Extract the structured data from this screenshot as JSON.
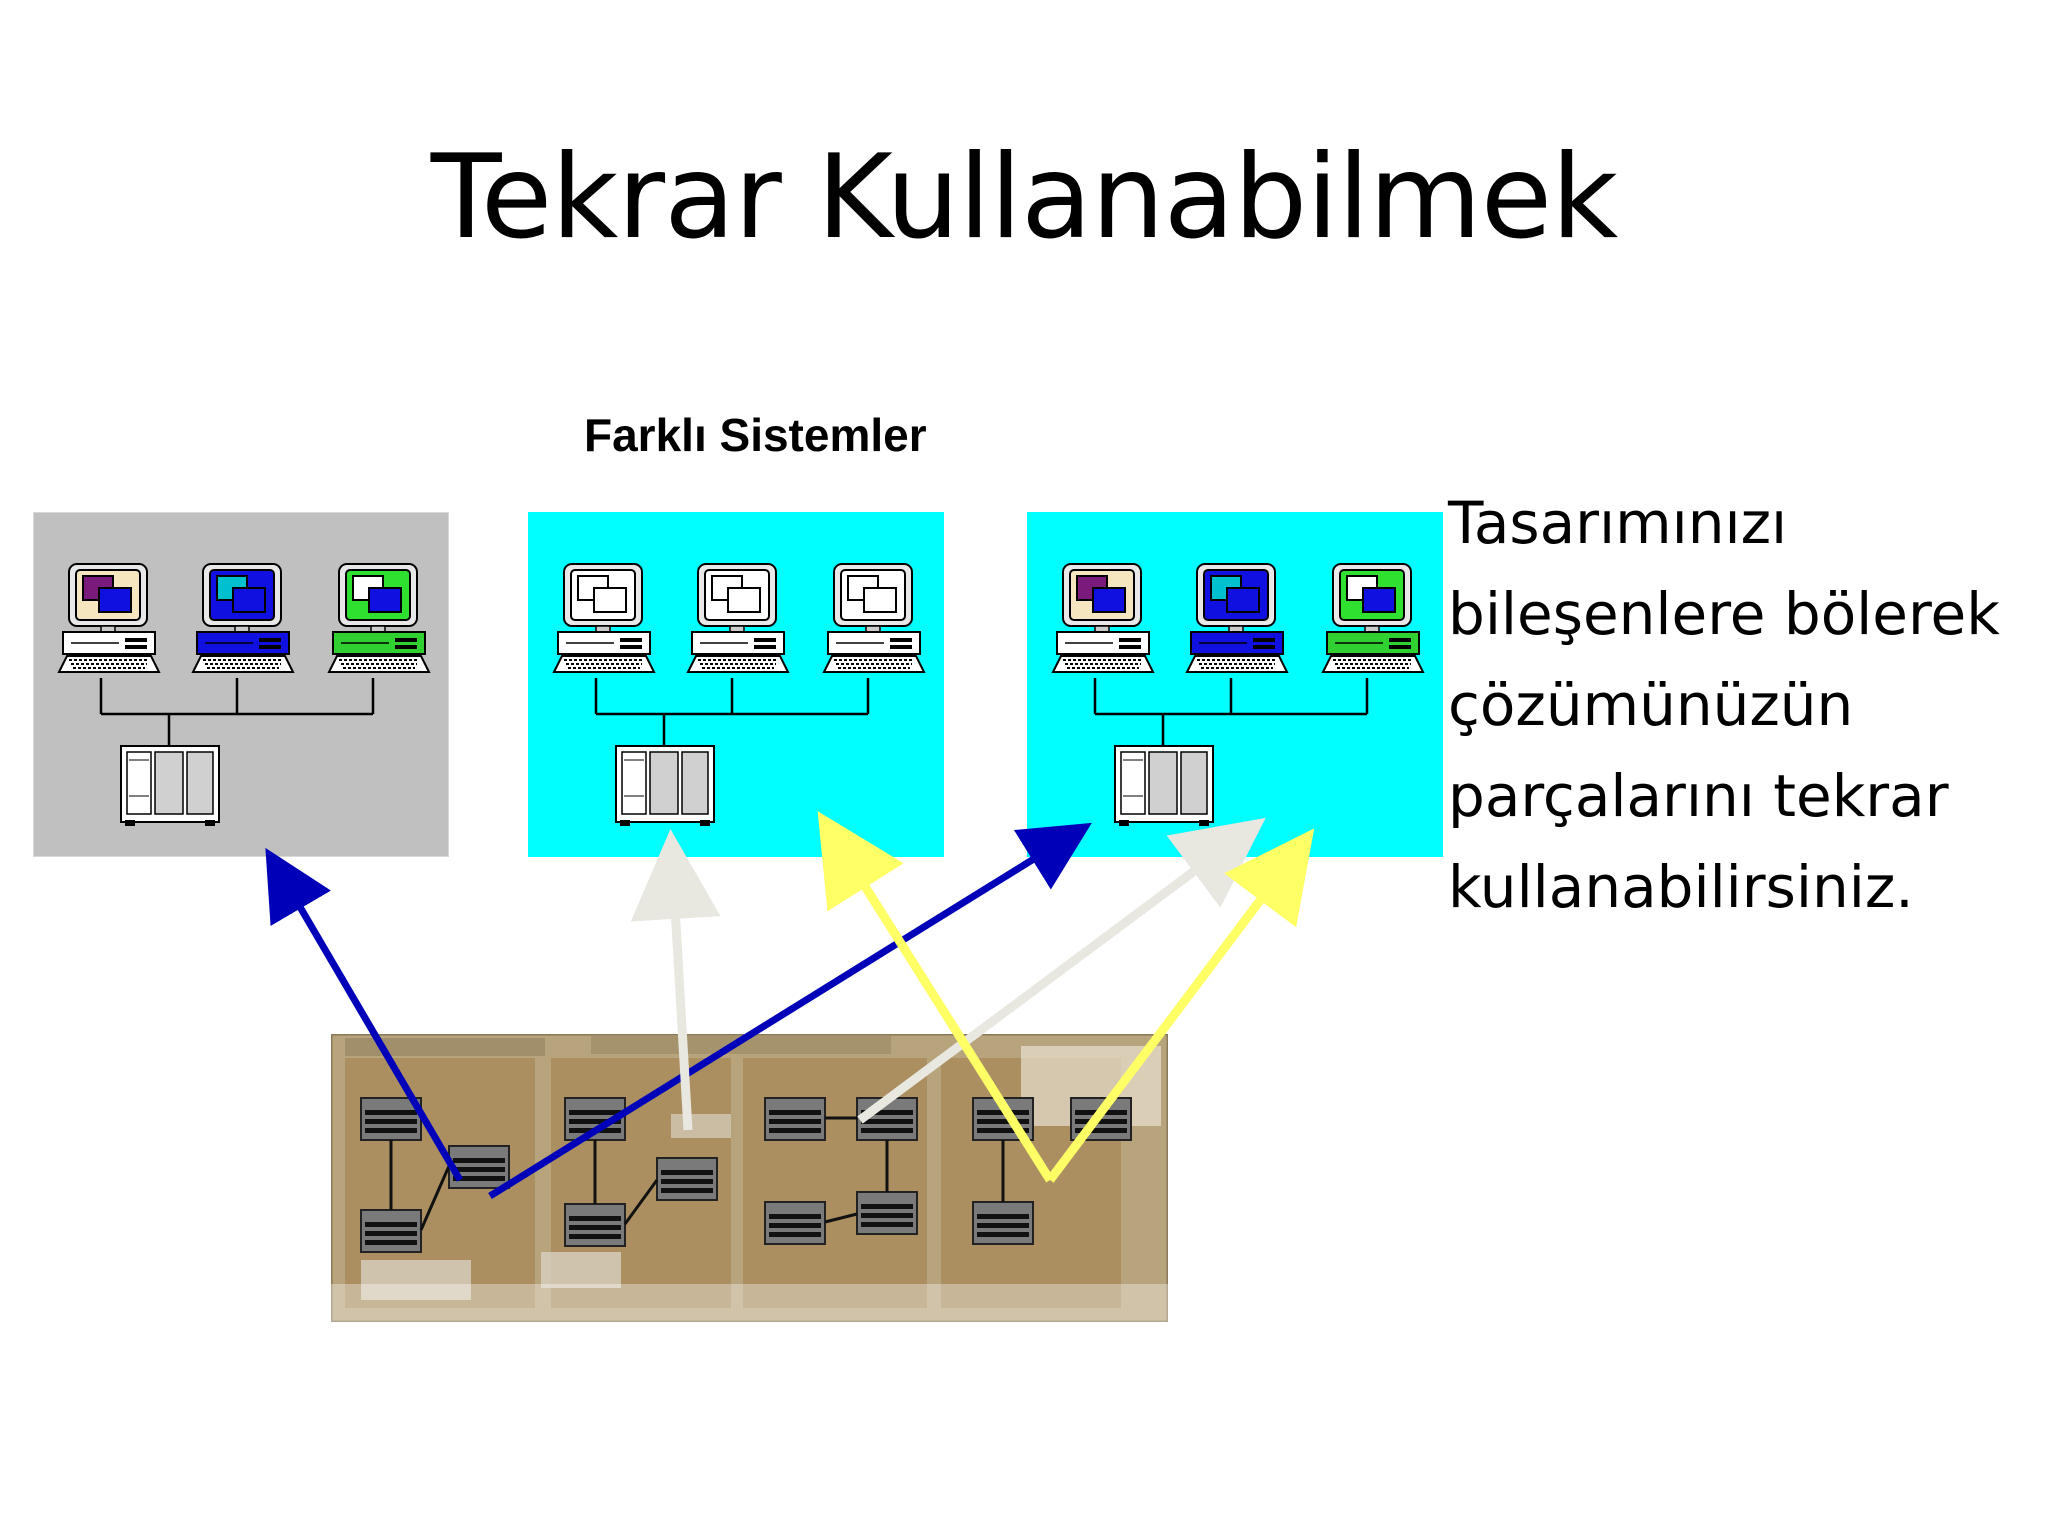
{
  "slide": {
    "title": "Tekrar Kullanabilmek",
    "subtitle": "Farklı Sistemler",
    "body_lines": [
      "Tasarımınızı",
      "bileşenlere bölerek",
      "çözümünüzün",
      "parçalarını tekrar",
      "kullanabilirsiniz."
    ]
  },
  "systems": [
    {
      "name": "system-gray",
      "background": "#c0c0c0",
      "screen_colors": [
        "#f5e6c0",
        "#1010e0",
        "#30e030"
      ],
      "inner_colors": [
        "#7a1a7a",
        "#00c0d0",
        "#ffffff"
      ]
    },
    {
      "name": "system-white",
      "background": "#00ffff",
      "screen_colors": [
        "#ffffff",
        "#ffffff",
        "#ffffff"
      ],
      "inner_colors": [
        "#ffffff",
        "#ffffff",
        "#ffffff"
      ]
    },
    {
      "name": "system-cyan",
      "background": "#00ffff",
      "screen_colors": [
        "#f5e6c0",
        "#1010e0",
        "#30e030"
      ],
      "inner_colors": [
        "#7a1a7a",
        "#00c0d0",
        "#ffffff"
      ]
    }
  ],
  "colors": {
    "arrow_blue": "#0000b8",
    "arrow_white": "#e8e8e0",
    "arrow_yellow": "#ffff66",
    "uml_background": "#c8b48a"
  }
}
